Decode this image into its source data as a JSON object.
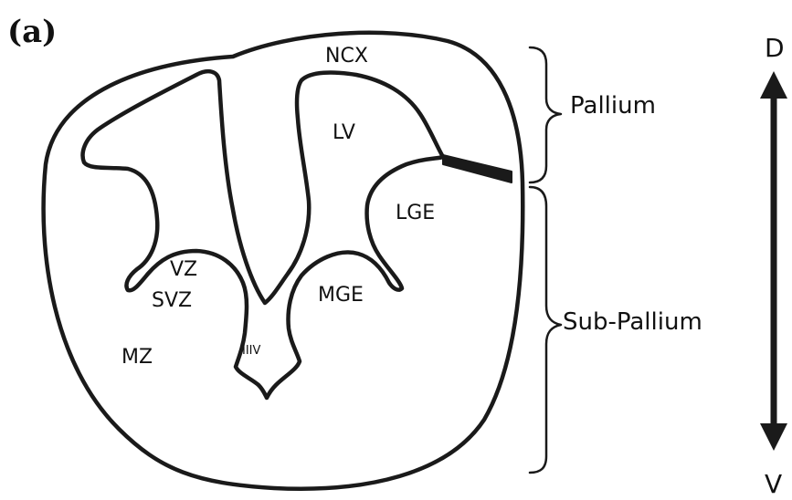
{
  "panel_label": "(a)",
  "regions": {
    "ncx": "NCX",
    "lv": "LV",
    "lge": "LGE",
    "vz": "VZ",
    "svz": "SVZ",
    "mge": "MGE",
    "iiiv": "IIIV",
    "mz": "MZ"
  },
  "brackets": {
    "pallium": "Pallium",
    "subpallium": "Sub-Pallium"
  },
  "axis": {
    "top": "D",
    "bottom": "V"
  },
  "colors": {
    "ink": "#1a1a1a",
    "background": "#ffffff"
  }
}
